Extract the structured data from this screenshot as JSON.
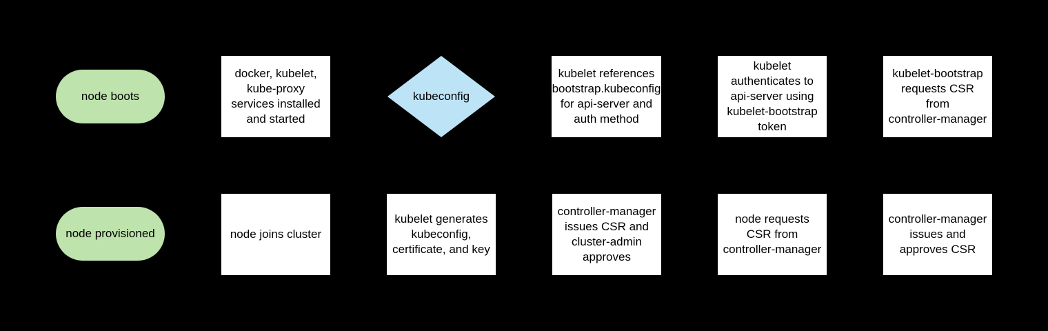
{
  "colors": {
    "background": "#000000",
    "terminator_fill": "#bee3ad",
    "decision_fill": "#bde3f7",
    "process_fill": "#ffffff",
    "text_color": "#000000"
  },
  "nodes": [
    {
      "id": "node-boots",
      "shape": "terminator",
      "row": 1,
      "col": 1,
      "label": "node boots"
    },
    {
      "id": "services-installed",
      "shape": "process",
      "row": 1,
      "col": 2,
      "label": "docker, kubelet,\nkube-proxy\nservices installed\nand started"
    },
    {
      "id": "kubeconfig-decision",
      "shape": "decision",
      "row": 1,
      "col": 3,
      "label": "kubeconfig"
    },
    {
      "id": "kubelet-references",
      "shape": "process",
      "row": 1,
      "col": 4,
      "label": "kubelet references\nbootstrap.kubeconfig\nfor api-server and\nauth method"
    },
    {
      "id": "kubelet-authenticates",
      "shape": "process",
      "row": 1,
      "col": 5,
      "label": "kubelet\nauthenticates to\napi-server using\nkubelet-bootstrap\ntoken"
    },
    {
      "id": "kubelet-bootstrap-requests",
      "shape": "process",
      "row": 1,
      "col": 6,
      "label": "kubelet-bootstrap\nrequests CSR\nfrom\ncontroller-manager"
    },
    {
      "id": "node-provisioned",
      "shape": "terminator",
      "row": 2,
      "col": 1,
      "label": "node provisioned"
    },
    {
      "id": "node-joins-cluster",
      "shape": "process",
      "row": 2,
      "col": 2,
      "label": "node joins cluster"
    },
    {
      "id": "kubelet-generates",
      "shape": "process",
      "row": 2,
      "col": 3,
      "label": "kubelet generates\nkubeconfig,\ncertificate, and key"
    },
    {
      "id": "cm-issues-admin-approves",
      "shape": "process",
      "row": 2,
      "col": 4,
      "label": "controller-manager\nissues CSR and\ncluster-admin\napproves"
    },
    {
      "id": "node-requests-csr",
      "shape": "process",
      "row": 2,
      "col": 5,
      "label": "node requests\nCSR from\ncontroller-manager"
    },
    {
      "id": "cm-issues-approves-csr",
      "shape": "process",
      "row": 2,
      "col": 6,
      "label": "controller-manager\nissues and\napproves CSR"
    }
  ]
}
